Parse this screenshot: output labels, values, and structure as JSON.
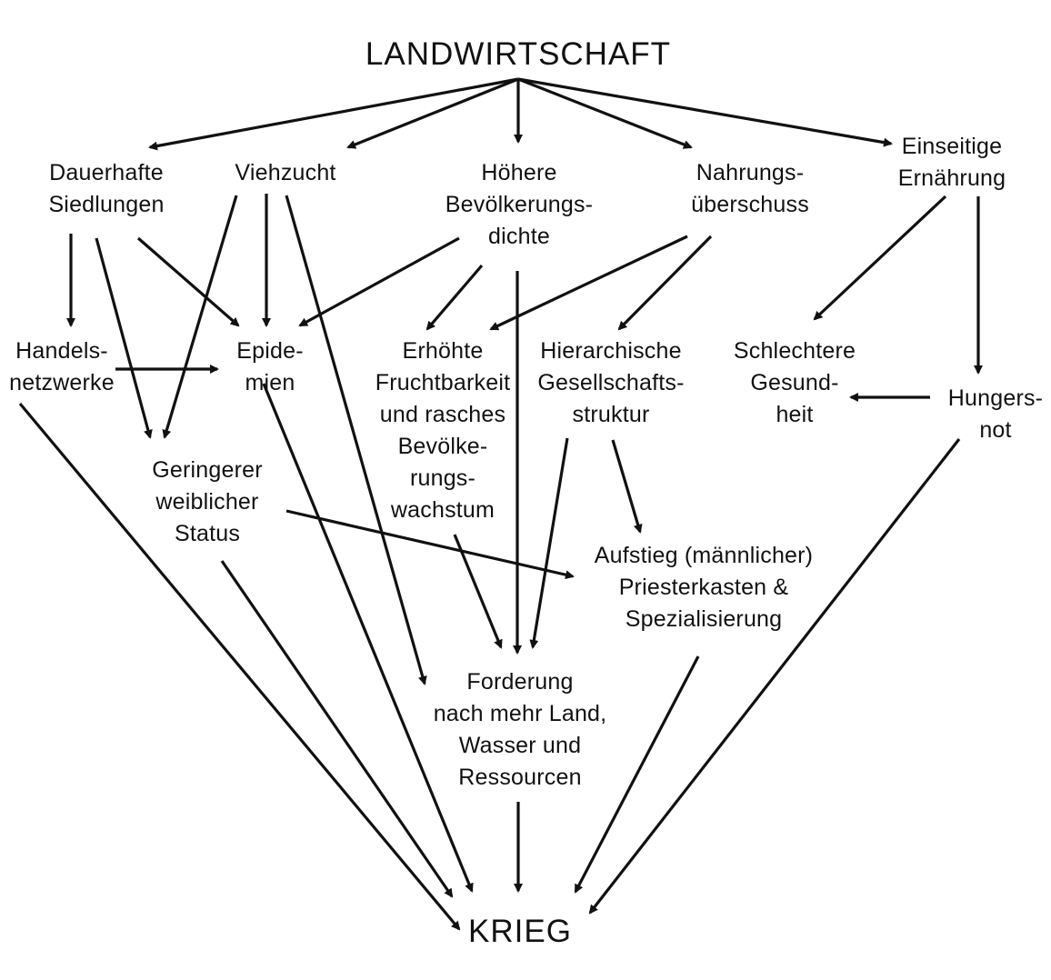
{
  "nodes": {
    "landwirtschaft": [
      "LANDWIRTSCHAFT"
    ],
    "dauerhafte": [
      "Dauerhafte",
      "Siedlungen"
    ],
    "viehzucht": [
      "Viehzucht"
    ],
    "hoehere": [
      "Höhere",
      "Bevölkerungs-",
      "dichte"
    ],
    "nahrung": [
      "Nahrungs-",
      "überschuss"
    ],
    "einseitige": [
      "Einseitige",
      "Ernährung"
    ],
    "handel": [
      "Handels-",
      "netzwerke"
    ],
    "epidemien": [
      "Epide-",
      "mien"
    ],
    "erhoehte": [
      "Erhöhte",
      "Fruchtbarkeit",
      "und rasches",
      "Bevölke-",
      "rungs-",
      "wachstum"
    ],
    "hierarchische": [
      "Hierarchische",
      "Gesellschafts-",
      "struktur"
    ],
    "schlechtere": [
      "Schlechtere",
      "Gesund-",
      "heit"
    ],
    "hungersnot": [
      "Hungers-",
      "not"
    ],
    "geringerer": [
      "Geringerer",
      "weiblicher",
      "Status"
    ],
    "aufstieg": [
      "Aufstieg (männlicher)",
      "Priesterkasten &",
      "Spezialisierung"
    ],
    "forderung": [
      "Forderung",
      "nach mehr Land,",
      "Wasser und",
      "Ressourcen"
    ],
    "krieg": [
      "KRIEG"
    ]
  },
  "edges": [
    [
      "landwirtschaft",
      "dauerhafte"
    ],
    [
      "landwirtschaft",
      "viehzucht"
    ],
    [
      "landwirtschaft",
      "hoehere"
    ],
    [
      "landwirtschaft",
      "nahrung"
    ],
    [
      "landwirtschaft",
      "einseitige"
    ],
    [
      "dauerhafte",
      "handel"
    ],
    [
      "dauerhafte",
      "geringerer"
    ],
    [
      "dauerhafte",
      "epidemien"
    ],
    [
      "viehzucht",
      "epidemien"
    ],
    [
      "viehzucht",
      "geringerer"
    ],
    [
      "viehzucht",
      "forderung"
    ],
    [
      "hoehere",
      "epidemien"
    ],
    [
      "hoehere",
      "erhoehte"
    ],
    [
      "hoehere",
      "forderung"
    ],
    [
      "nahrung",
      "erhoehte"
    ],
    [
      "nahrung",
      "hierarchische"
    ],
    [
      "einseitige",
      "schlechtere"
    ],
    [
      "einseitige",
      "hungersnot"
    ],
    [
      "hungersnot",
      "schlechtere"
    ],
    [
      "handel",
      "epidemien"
    ],
    [
      "erhoehte",
      "forderung"
    ],
    [
      "hierarchische",
      "forderung"
    ],
    [
      "hierarchische",
      "aufstieg"
    ],
    [
      "geringerer",
      "aufstieg"
    ],
    [
      "handel",
      "krieg"
    ],
    [
      "epidemien",
      "krieg"
    ],
    [
      "geringerer",
      "krieg"
    ],
    [
      "forderung",
      "krieg"
    ],
    [
      "aufstieg",
      "krieg"
    ],
    [
      "hungersnot",
      "krieg"
    ]
  ]
}
